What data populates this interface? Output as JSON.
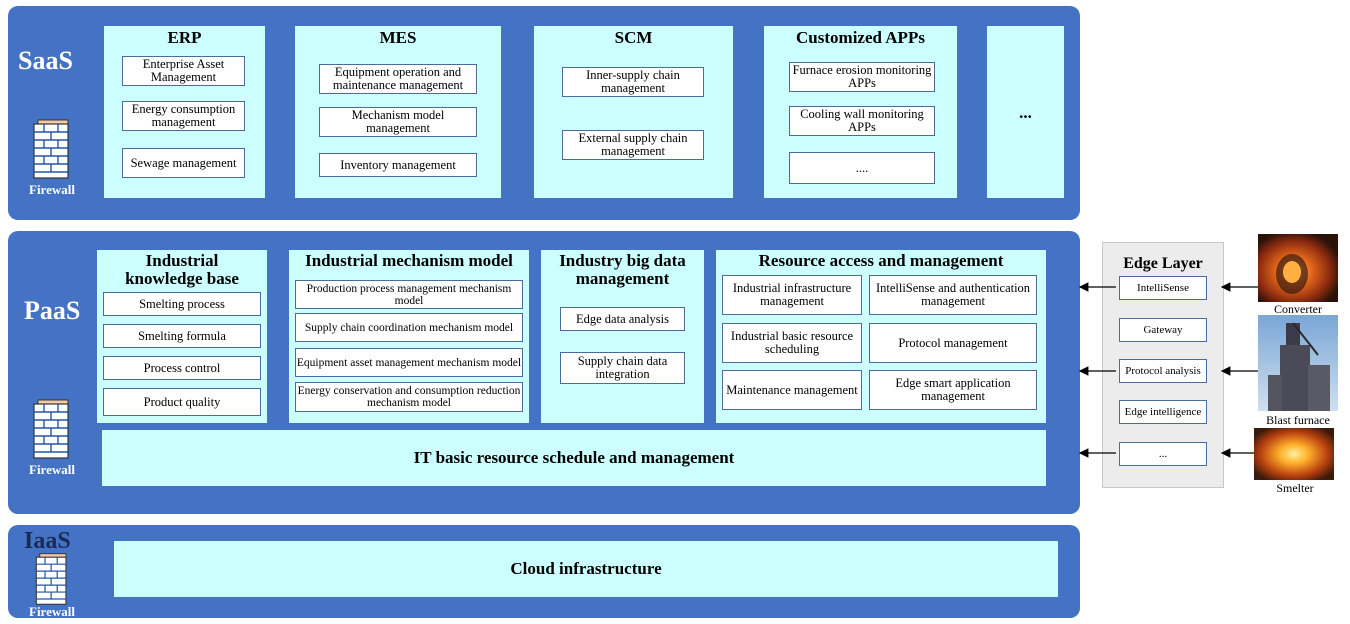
{
  "saas": {
    "label": "SaaS",
    "firewall_label": "Firewall",
    "panels": [
      {
        "title": "ERP",
        "items": [
          "Enterprise Asset Management",
          "Energy consumption management",
          "Sewage management"
        ]
      },
      {
        "title": "MES",
        "items": [
          "Equipment operation and maintenance management",
          "Mechanism model management",
          "Inventory management"
        ]
      },
      {
        "title": "SCM",
        "items": [
          "Inner-supply chain management",
          "External supply chain management"
        ]
      },
      {
        "title": "Customized APPs",
        "items": [
          "Furnace erosion monitoring APPs",
          "Cooling wall monitoring APPs",
          "...."
        ]
      },
      {
        "title": "..."
      }
    ]
  },
  "paas": {
    "label": "PaaS",
    "firewall_label": "Firewall",
    "knowledge": {
      "title": "Industrial knowledge base",
      "items": [
        "Smelting process",
        "Smelting formula",
        "Process control",
        "Product quality"
      ]
    },
    "mechanism": {
      "title": "Industrial mechanism model",
      "items": [
        "Production process management mechanism model",
        "Supply chain coordination mechanism model",
        "Equipment asset management mechanism model",
        "Energy conservation and consumption reduction mechanism model"
      ]
    },
    "bigdata": {
      "title": "Industry big data management",
      "items": [
        "Edge data analysis",
        "Supply chain data integration"
      ]
    },
    "resource": {
      "title": "Resource access and management",
      "items": [
        "Industrial infrastructure management",
        "IntelliSense and authentication management",
        "Industrial basic resource scheduling",
        "Protocol management",
        "Maintenance management",
        "Edge smart application management"
      ]
    },
    "it_basic": "IT basic resource schedule and management"
  },
  "iaas": {
    "label": "IaaS",
    "firewall_label": "Firewall",
    "cloud": "Cloud infrastructure"
  },
  "edge": {
    "title": "Edge Layer",
    "items": [
      "IntelliSense",
      "Gateway",
      "Protocol analysis",
      "Edge intelligence",
      "..."
    ]
  },
  "sources": [
    {
      "label": "Converter",
      "icon": "converter-photo"
    },
    {
      "label": "Blast furnace",
      "icon": "blast-furnace-photo"
    },
    {
      "label": "Smelter",
      "icon": "smelter-photo"
    }
  ],
  "colors": {
    "layer": "#4472c4",
    "panel": "#ccffff",
    "box_border": "#4a6aa0"
  }
}
